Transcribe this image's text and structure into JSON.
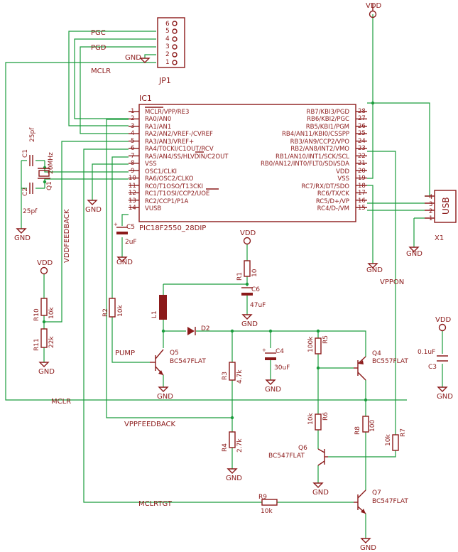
{
  "supply": {
    "vdd": "VDD",
    "gnd": "GND"
  },
  "nets": {
    "pgc": "PGC",
    "pgd": "PGD",
    "mclr": "MCLR",
    "mclr2": "MCLR",
    "vddfeedback": "VDDFEEDBACK",
    "vppfeedback": "VPPFEEDBACK",
    "pump": "PUMP",
    "vppon": "VPPON",
    "mclrtgt": "MCLRTGT"
  },
  "jp1": {
    "name": "JP1",
    "pins": [
      "6",
      "5",
      "4",
      "3",
      "2",
      "1"
    ]
  },
  "ic1": {
    "name": "IC1",
    "part": "PIC18F2550_28DIP",
    "left_pins": [
      {
        "num": "1",
        "label": "MCLR/VPP/RE3"
      },
      {
        "num": "2",
        "label": "RA0/AN0"
      },
      {
        "num": "3",
        "label": "RA1/AN1"
      },
      {
        "num": "4",
        "label": "RA2/AN2/VREF-/CVREF"
      },
      {
        "num": "5",
        "label": "RA3/AN3/VREF+"
      },
      {
        "num": "6",
        "label": "RA4/T0CKI/C1OUT/RCV"
      },
      {
        "num": "7",
        "label": "RA5/AN4/SS/HLVDIN/C2OUT"
      },
      {
        "num": "8",
        "label": "VSS"
      },
      {
        "num": "9",
        "label": "OSC1/CLKI"
      },
      {
        "num": "10",
        "label": "RA6/OSC2/CLKO"
      },
      {
        "num": "11",
        "label": "RC0/T1OSO/T13CKI"
      },
      {
        "num": "12",
        "label": "RC1/T1OSI/CCP2/UOE"
      },
      {
        "num": "13",
        "label": "RC2/CCP1/P1A"
      },
      {
        "num": "14",
        "label": "VUSB"
      }
    ],
    "right_pins": [
      {
        "num": "28",
        "label": "RB7/KBI3/PGD"
      },
      {
        "num": "27",
        "label": "RB6/KBI2/PGC"
      },
      {
        "num": "26",
        "label": "RB5/KBI1/PGM"
      },
      {
        "num": "25",
        "label": "RB4/AN11/KBI0/CSSPP"
      },
      {
        "num": "24",
        "label": "RB3/AN9/CCP2/VPO"
      },
      {
        "num": "23",
        "label": "RB2/AN8/INT2/VMO"
      },
      {
        "num": "22",
        "label": "RB1/AN10/INT1/SCK/SCL"
      },
      {
        "num": "21",
        "label": "RB0/AN12/INT0/FLT0/SDI/SDA"
      },
      {
        "num": "20",
        "label": "VDD"
      },
      {
        "num": "19",
        "label": "VSS"
      },
      {
        "num": "18",
        "label": "RC7/RX/DT/SDO"
      },
      {
        "num": "17",
        "label": "RC6/TX/CK"
      },
      {
        "num": "16",
        "label": "RC5/D+/VP"
      },
      {
        "num": "15",
        "label": "RC4/D-/VM"
      }
    ]
  },
  "x1": {
    "name": "X1",
    "label": "USB",
    "pins": [
      "4",
      "3",
      "2",
      "1"
    ]
  },
  "components": {
    "c1": {
      "name": "C1",
      "value": "25pf"
    },
    "c2": {
      "name": "C2",
      "value": "25pf"
    },
    "q1": {
      "name": "Q1",
      "value": "20MHz"
    },
    "c5": {
      "name": "C5",
      "value": "2uF"
    },
    "r1": {
      "name": "R1",
      "value": "10"
    },
    "c6": {
      "name": "C6",
      "value": "47uF"
    },
    "l1": {
      "name": "L1"
    },
    "d2": {
      "name": "D2"
    },
    "r10": {
      "name": "R10",
      "value": "10k"
    },
    "r11": {
      "name": "R11",
      "value": "22k"
    },
    "r2": {
      "name": "R2",
      "value": "10k"
    },
    "q5": {
      "name": "Q5",
      "value": "BC547FLAT"
    },
    "r3": {
      "name": "R3",
      "value": "4.7k"
    },
    "c4": {
      "name": "C4",
      "value": "30uF"
    },
    "r4": {
      "name": "R4",
      "value": "2.7k"
    },
    "r5": {
      "name": "R5",
      "value": "100k"
    },
    "r6": {
      "name": "R6",
      "value": "10k"
    },
    "q4": {
      "name": "Q4",
      "value": "BC557FLAT"
    },
    "q6": {
      "name": "Q6",
      "value": "BC547FLAT"
    },
    "r8": {
      "name": "R8",
      "value": "100"
    },
    "r7": {
      "name": "R7",
      "value": "10k"
    },
    "c3": {
      "name": "C3",
      "value": "0.1uF"
    },
    "r9": {
      "name": "R9",
      "value": "10k"
    },
    "q7": {
      "name": "Q7",
      "value": "BC547FLAT"
    }
  }
}
